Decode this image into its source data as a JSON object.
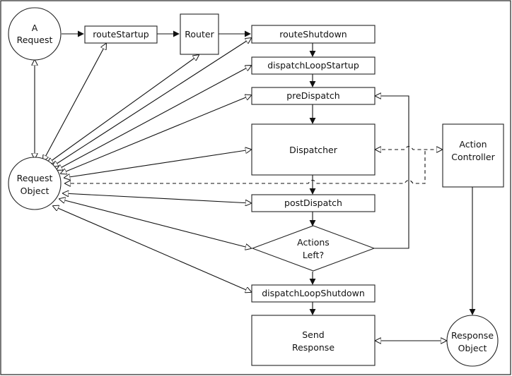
{
  "nodes": {
    "a_request": [
      "A",
      "Request"
    ],
    "route_startup": [
      "routeStartup"
    ],
    "router": [
      "Router"
    ],
    "route_shutdown": [
      "routeShutdown"
    ],
    "dispatch_loop_startup": [
      "dispatchLoopStartup"
    ],
    "pre_dispatch": [
      "preDispatch"
    ],
    "dispatcher": [
      "Dispatcher"
    ],
    "action_controller": [
      "Action",
      "Controller"
    ],
    "request_object": [
      "Request",
      "Object"
    ],
    "post_dispatch": [
      "postDispatch"
    ],
    "actions_left": [
      "Actions",
      "Left?"
    ],
    "dispatch_loop_shutdown": [
      "dispatchLoopShutdown"
    ],
    "send_response": [
      "Send",
      "Response"
    ],
    "response_object": [
      "Response",
      "Object"
    ]
  },
  "colors": {
    "stroke": "#222222",
    "background": "#ffffff"
  }
}
